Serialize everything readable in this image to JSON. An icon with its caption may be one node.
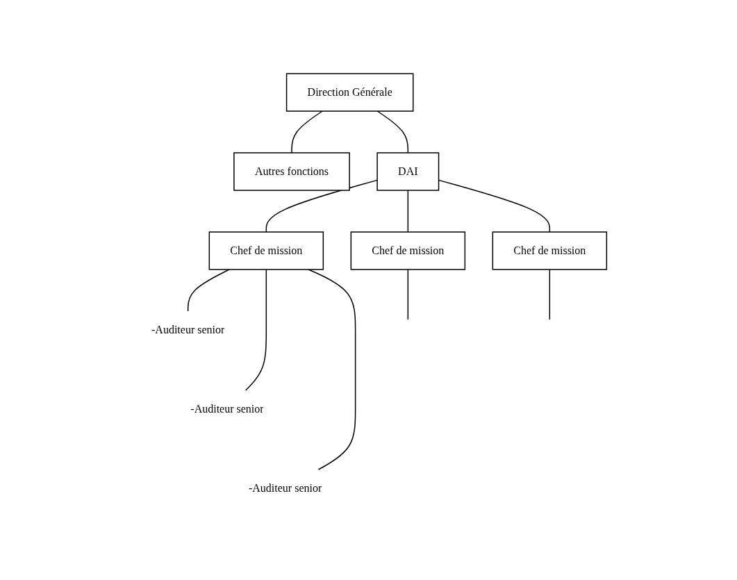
{
  "diagram": {
    "nodes": [
      {
        "text": [
          "Direction Générale"
        ]
      },
      {
        "text": [
          "Autres fonctions"
        ]
      },
      {
        "text": [
          "DAI"
        ]
      },
      {
        "text": [
          "Chef de mission"
        ]
      },
      {
        "text": [
          "Chef de mission"
        ]
      },
      {
        "text": [
          "Chef de mission"
        ]
      },
      {
        "text": [
          "-Auditeur senior"
        ]
      },
      {
        "text": [
          "-Auditeur senior"
        ]
      },
      {
        "text": [
          "-Auditeur senior"
        ]
      }
    ],
    "edges": [
      {
        "from": 0,
        "to": 1,
        "arrow": "none"
      },
      {
        "from": 0,
        "to": 2,
        "arrow": "none"
      },
      {
        "from": 2,
        "to": 3,
        "arrow": "none"
      },
      {
        "from": 2,
        "to": 4,
        "arrow": "none"
      },
      {
        "from": 2,
        "to": 5,
        "arrow": "none"
      },
      {
        "from": 3,
        "to": 6,
        "arrow": "none"
      },
      {
        "from": 3,
        "to": 7,
        "arrow": "none"
      },
      {
        "from": 3,
        "to": 8,
        "arrow": "none"
      },
      {
        "from": 4,
        "to": null,
        "arrow": "none"
      },
      {
        "from": 5,
        "to": null,
        "arrow": "none"
      }
    ]
  }
}
